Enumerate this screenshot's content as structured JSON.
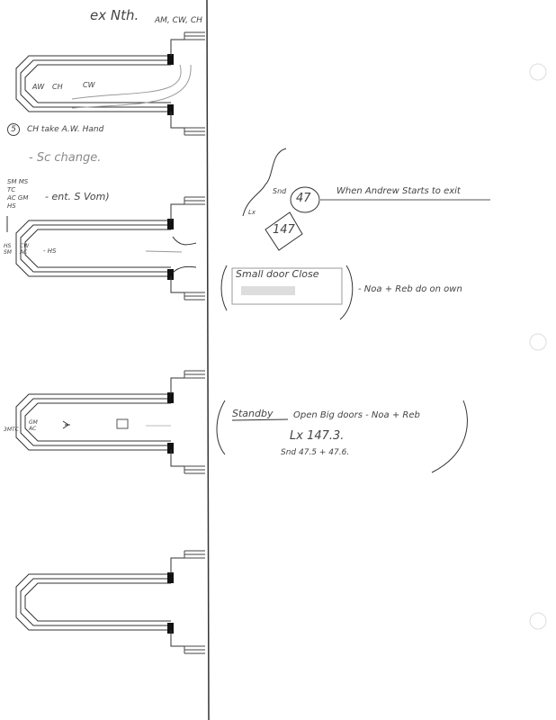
{
  "left_notes": {
    "scene": "ex Nth.",
    "cast_top": "AM, CW, CH",
    "aw": "AW",
    "ch": "CH",
    "cw": "CW",
    "note5_num": "5",
    "note5": "CH take A.W. Hand",
    "scene_change": "- Sc change.",
    "cast_list": [
      "SM",
      "MS",
      "TC",
      "AC",
      "GM",
      "HS"
    ],
    "cast_list_note": "- ent. S Vom)",
    "plan2_left": [
      "HS",
      "SM",
      "CW",
      "AC"
    ],
    "plan2_hs": "- HS",
    "plan3_left": [
      "GM",
      "AC",
      "3MTC"
    ]
  },
  "cues": {
    "snd_label": "Snd",
    "snd_cue": "47",
    "cue_note": "When Andrew Starts to exit",
    "lx_label": "Lx",
    "lx_cue": "147",
    "small_door": "Small door Close",
    "small_door_note": "- Noa + Reb do on own",
    "standby": "Standby",
    "standby_rest": "Open Big doors - Noa + Reb",
    "standby_lx": "Lx 147.3.",
    "standby_snd": "Snd 47.5 + 47.6."
  }
}
